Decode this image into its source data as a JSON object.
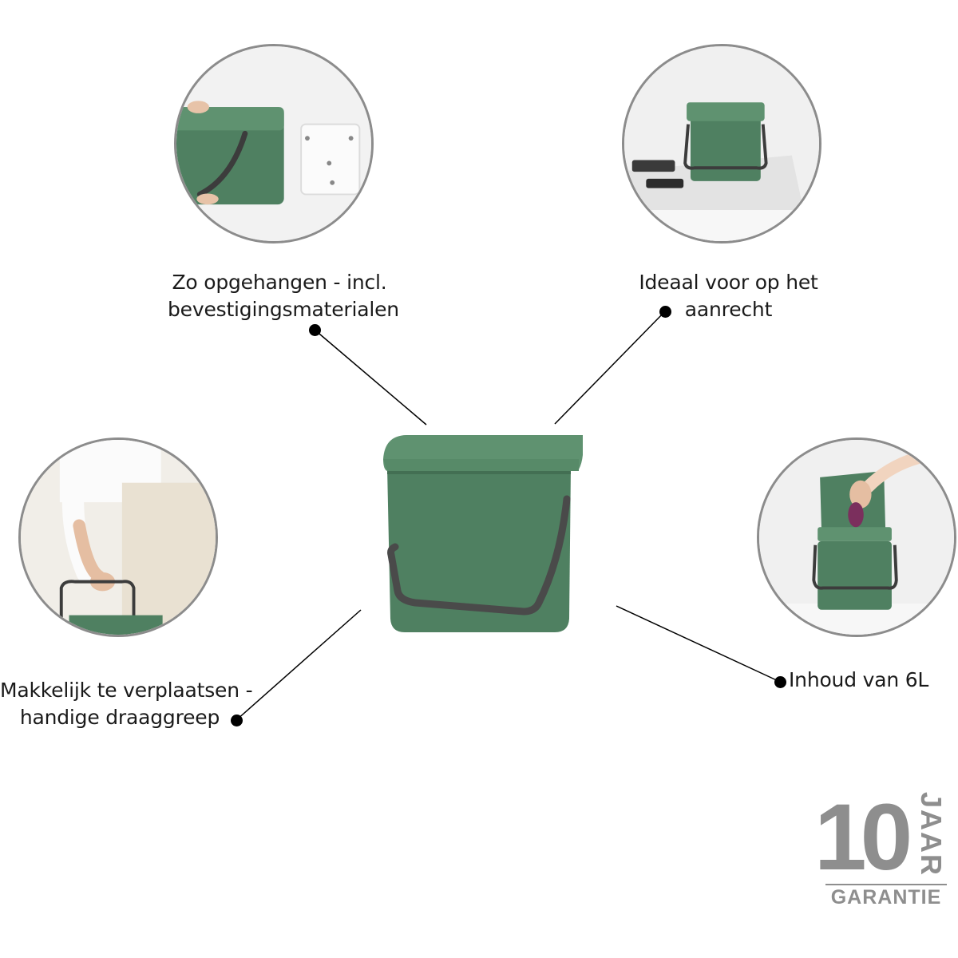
{
  "features": {
    "wall_mount": {
      "lines": [
        "Zo opgehangen - incl.",
        "bevestigingsmaterialen"
      ],
      "icon": "wall-mount-photo"
    },
    "countertop": {
      "lines": [
        "Ideaal voor op het",
        "aanrecht"
      ],
      "icon": "countertop-photo"
    },
    "carry": {
      "lines": [
        "Makkelijk te verplaatsen -",
        "handige draaggreep"
      ],
      "icon": "carry-photo"
    },
    "capacity": {
      "lines": [
        "Inhoud van 6L"
      ],
      "icon": "capacity-photo"
    }
  },
  "warranty": {
    "number": "10",
    "unit": "JAAR",
    "label": "GARANTIE"
  },
  "colors": {
    "product_green": "#4f8061",
    "product_green_light": "#5f9270",
    "handle_gray": "#4a4a4a",
    "circle_border": "#8c8c8c",
    "warranty_gray": "#8e8e8e"
  }
}
